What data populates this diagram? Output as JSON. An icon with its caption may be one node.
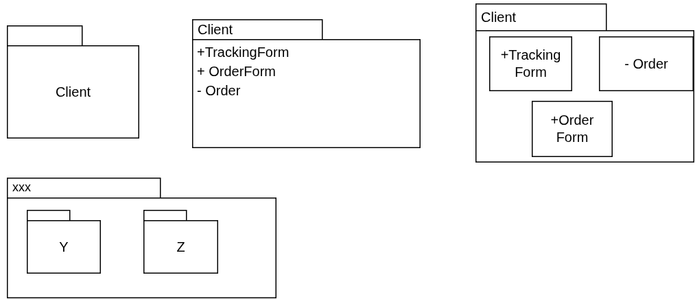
{
  "diagram": {
    "nodes": [
      {
        "text": [
          "Client"
        ]
      },
      {
        "text": [
          "Client",
          "+TrackingForm",
          "+ OrderForm",
          "- Order"
        ]
      },
      {
        "text": [
          "Client"
        ]
      },
      {
        "text": [
          "+Tracking Form"
        ],
        "in": 2
      },
      {
        "text": [
          "- Order"
        ],
        "in": 2
      },
      {
        "text": [
          "+Order Form"
        ],
        "in": 2
      },
      {
        "text": [
          "xxx"
        ]
      },
      {
        "text": [
          "Y"
        ],
        "in": 6
      },
      {
        "text": [
          "Z"
        ],
        "in": 6
      }
    ]
  }
}
